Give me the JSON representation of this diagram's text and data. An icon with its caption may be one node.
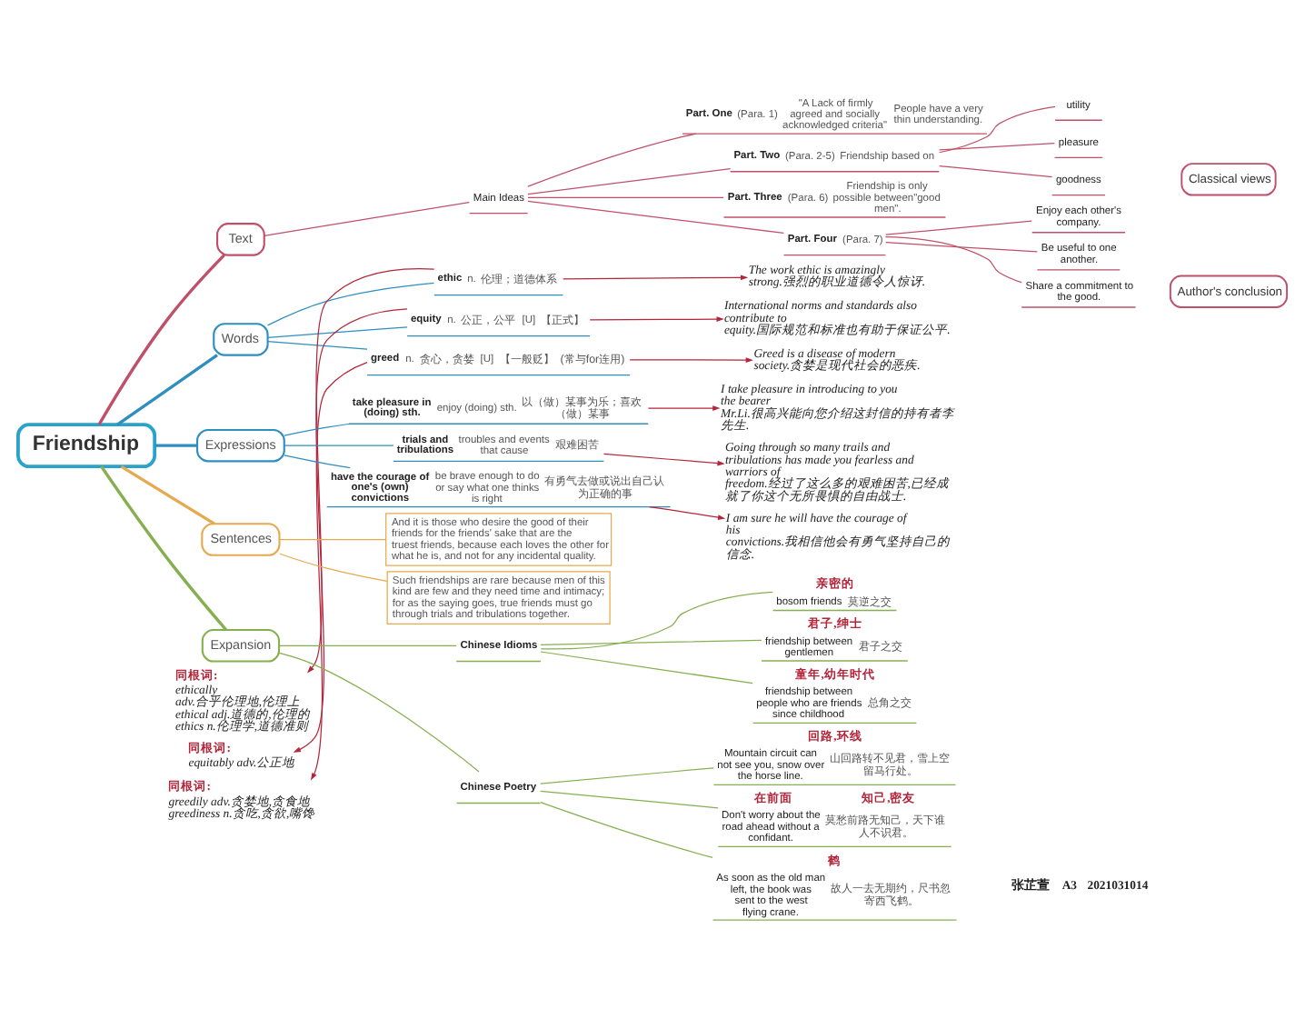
{
  "diagram": {
    "nodes": [
      {
        "text": [
          "Friendship"
        ]
      },
      {
        "text": [
          "Text"
        ]
      },
      {
        "text": [
          "Main Ideas"
        ]
      },
      {
        "text": [
          "Part. One",
          "(Para. 1)",
          "\"A Lack of firmly agreed and socially acknowledged criteria\"",
          "People have a very thin understanding."
        ]
      },
      {
        "text": [
          "Part. Two",
          "(Para. 2-5)",
          "Friendship based on"
        ]
      },
      {
        "text": [
          "utility"
        ]
      },
      {
        "text": [
          "pleasure"
        ]
      },
      {
        "text": [
          "goodness"
        ]
      },
      {
        "text": [
          "Part. Three",
          "(Para. 6)",
          "Friendship is only possible between\"good men\"."
        ]
      },
      {
        "text": [
          "Part. Four",
          "(Para. 7)"
        ]
      },
      {
        "text": [
          "Enjoy each other's company."
        ]
      },
      {
        "text": [
          "Be useful to one another."
        ]
      },
      {
        "text": [
          "Share a commitment to the good."
        ]
      },
      {
        "text": [
          "Classical views"
        ]
      },
      {
        "text": [
          "Author's conclusion"
        ]
      },
      {
        "text": [
          "同根词:",
          "ethically adv.合乎伦理地,伦理上 ethical adj.道德的,伦理的 ethics n.伦理学,道德准则"
        ]
      },
      {
        "text": [
          "同根词:",
          "equitably adv.公正地"
        ]
      },
      {
        "text": [
          "Words"
        ]
      },
      {
        "text": [
          "ethic",
          "n.",
          "伦理；道德体系"
        ]
      },
      {
        "text": [
          "The work ethic is amazingly strong.强烈的职业道德令人惊讶."
        ]
      },
      {
        "text": [
          "equity",
          "n.",
          "公正，公平",
          "[U]",
          "【正式】"
        ]
      },
      {
        "text": [
          "International norms and standards also contribute to equity.国际规范和标准也有助于保证公平."
        ]
      },
      {
        "text": [
          "greed",
          "n.",
          "贪心，贪婪",
          "[U]",
          "【一般贬】",
          "(常与for连用)"
        ]
      },
      {
        "text": [
          "Greed is a disease of modern society.贪婪是现代社会的恶疾."
        ]
      },
      {
        "text": [
          "同根词:",
          "greedily adv.贪婪地,贪食地 greediness n.贪吃,贪欲,嘴馋"
        ]
      },
      {
        "text": [
          "Expressions"
        ]
      },
      {
        "text": [
          "take pleasure in (doing) sth.",
          "enjoy (doing) sth.",
          "以（做）某事为乐；喜欢（做）某事"
        ]
      },
      {
        "text": [
          "I take pleasure in introducing to you the bearer Mr.Li.很高兴能向您介绍这封信的持有者李先生."
        ]
      },
      {
        "text": [
          "trials and tribulations",
          "troubles and events that cause",
          "艰难困苦"
        ]
      },
      {
        "text": [
          "Going through so many trails and tribulations has made you fearless and warriors of freedom.经过了这么多的艰难困苦,已经成就了你这个无所畏惧的自由战士."
        ]
      },
      {
        "text": [
          "have the courage of one's (own) convictions",
          "be brave enough to do or say what one thinks is right",
          "有勇气去做或说出自己认为正确的事"
        ]
      },
      {
        "text": [
          "I am sure he will have the courage of his convictions.我相信他会有勇气坚持自己的信念."
        ]
      },
      {
        "text": [
          "Sentences"
        ]
      },
      {
        "text": [
          "And it is those who desire the good of their friends for the friends' sake that are the truest friends, because each loves the other for what he is, and not for any incidental quality."
        ]
      },
      {
        "text": [
          "Such friendships are rare because men of this kind are few and they need time and intimacy; for as the saying goes, true friends must go through trials and tribulations together."
        ]
      },
      {
        "text": [
          "Expansion"
        ]
      },
      {
        "text": [
          "Chinese Idioms"
        ]
      },
      {
        "text": [
          "亲密的",
          "bosom friends",
          "莫逆之交"
        ]
      },
      {
        "text": [
          "君子,绅士",
          "friendship between gentlemen",
          "君子之交"
        ]
      },
      {
        "text": [
          "童年,幼年时代",
          "friendship between people who are friends since childhood",
          "总角之交"
        ]
      },
      {
        "text": [
          "Chinese Poetry"
        ]
      },
      {
        "text": [
          "回路,环线",
          "Mountain circuit can not see you, snow over the horse line.",
          "山回路转不见君，雪上空留马行处。"
        ]
      },
      {
        "text": [
          "在前面",
          "知己,密友",
          "Don't worry about the road ahead without a confidant.",
          "莫愁前路无知己，天下谁人不识君。"
        ]
      },
      {
        "text": [
          "鹤",
          "As soon as the old man left, the book was sent to the west flying crane.",
          "故人一去无期约，尺书忽寄西飞鹤。"
        ]
      }
    ],
    "edges": [
      {
        "from": 0,
        "to": 1,
        "arrow": "none"
      },
      {
        "from": 1,
        "to": 2,
        "arrow": "none"
      },
      {
        "from": 2,
        "to": 3,
        "arrow": "none"
      },
      {
        "from": 2,
        "to": 4,
        "arrow": "none"
      },
      {
        "from": 4,
        "to": 5,
        "arrow": "none"
      },
      {
        "from": 4,
        "to": 6,
        "arrow": "none"
      },
      {
        "from": 4,
        "to": 7,
        "arrow": "none"
      },
      {
        "from": 2,
        "to": 8,
        "arrow": "none"
      },
      {
        "from": 2,
        "to": 9,
        "arrow": "none"
      },
      {
        "from": 9,
        "to": 10,
        "arrow": "none"
      },
      {
        "from": 9,
        "to": 11,
        "arrow": "none"
      },
      {
        "from": 9,
        "to": 12,
        "arrow": "none"
      },
      {
        "from": 18,
        "to": 15,
        "arrow": "to",
        "color": "#b3263a"
      },
      {
        "from": 20,
        "to": 16,
        "arrow": "to",
        "color": "#b3263a"
      },
      {
        "from": 0,
        "to": 17,
        "arrow": "none",
        "color": "#2e8fbf"
      },
      {
        "from": 17,
        "to": 18,
        "arrow": "none",
        "color": "#2e8fbf"
      },
      {
        "from": 18,
        "to": 19,
        "arrow": "to",
        "color": "#b3263a"
      },
      {
        "from": 17,
        "to": 20,
        "arrow": "none",
        "color": "#2e8fbf"
      },
      {
        "from": 20,
        "to": 21,
        "arrow": "to",
        "color": "#b3263a"
      },
      {
        "from": 17,
        "to": 22,
        "arrow": "none",
        "color": "#2e8fbf"
      },
      {
        "from": 22,
        "to": 23,
        "arrow": "to",
        "color": "#b3263a"
      },
      {
        "from": 22,
        "to": 24,
        "arrow": "to",
        "color": "#b3263a"
      },
      {
        "from": 0,
        "to": 25,
        "arrow": "none",
        "color": "#2e8fbf"
      },
      {
        "from": 25,
        "to": 26,
        "arrow": "none",
        "color": "#2e8fbf"
      },
      {
        "from": 26,
        "to": 27,
        "arrow": "to",
        "color": "#b3263a"
      },
      {
        "from": 25,
        "to": 28,
        "arrow": "none",
        "color": "#2e8fbf"
      },
      {
        "from": 28,
        "to": 29,
        "arrow": "to",
        "color": "#b3263a"
      },
      {
        "from": 25,
        "to": 30,
        "arrow": "none",
        "color": "#2e8fbf"
      },
      {
        "from": 30,
        "to": 31,
        "arrow": "to",
        "color": "#b3263a"
      },
      {
        "from": 0,
        "to": 32,
        "arrow": "none",
        "color": "#e6a94f"
      },
      {
        "from": 32,
        "to": 33,
        "arrow": "none",
        "color": "#e6a94f"
      },
      {
        "from": 32,
        "to": 34,
        "arrow": "none",
        "color": "#e6a94f"
      },
      {
        "from": 0,
        "to": 35,
        "arrow": "none",
        "color": "#86b04f"
      },
      {
        "from": 35,
        "to": 36,
        "arrow": "none",
        "color": "#86b04f"
      },
      {
        "from": 36,
        "to": 37,
        "arrow": "none",
        "color": "#86b04f"
      },
      {
        "from": 36,
        "to": 38,
        "arrow": "none",
        "color": "#86b04f"
      },
      {
        "from": 36,
        "to": 39,
        "arrow": "none",
        "color": "#86b04f"
      },
      {
        "from": 35,
        "to": 40,
        "arrow": "none",
        "color": "#86b04f"
      },
      {
        "from": 40,
        "to": 41,
        "arrow": "none",
        "color": "#86b04f"
      },
      {
        "from": 40,
        "to": 42,
        "arrow": "none",
        "color": "#86b04f"
      },
      {
        "from": 40,
        "to": 43,
        "arrow": "none",
        "color": "#86b04f"
      }
    ],
    "labels": [
      "张芷萱",
      "A3",
      "2021031014"
    ]
  }
}
